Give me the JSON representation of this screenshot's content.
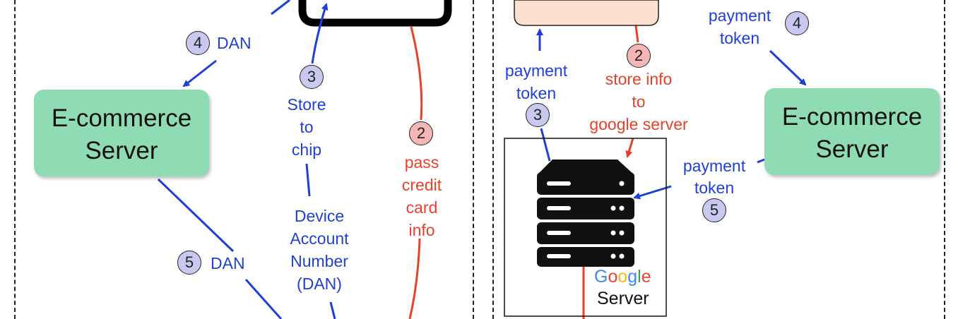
{
  "left": {
    "ecommerce_line1": "E-commerce",
    "ecommerce_line2": "Server",
    "step4_num": "4",
    "step4_label": "DAN",
    "step3_num": "3",
    "step3_l1": "Store",
    "step3_l2": "to",
    "step3_l3": "chip",
    "dan_l1": "Device",
    "dan_l2": "Account",
    "dan_l3": "Number",
    "dan_l4": "(DAN)",
    "step2_num": "2",
    "step2_l1": "pass",
    "step2_l2": "credit",
    "step2_l3": "card",
    "step2_l4": "info",
    "step5_num": "5",
    "step5_label": "DAN"
  },
  "right": {
    "token_top_l1": "payment",
    "token_top_l2": "token",
    "step4_num": "4",
    "token_left_l1": "payment",
    "token_left_l2": "token",
    "step3_num": "3",
    "step2_num": "2",
    "store_l1": "store info",
    "store_l2": "to",
    "store_l3": "google server",
    "ecommerce_line1": "E-commerce",
    "ecommerce_line2": "Server",
    "token_mid_l1": "payment",
    "token_mid_l2": "token",
    "step5_num": "5",
    "google_word": "Google",
    "server_label": "Server"
  },
  "colors": {
    "blue": "#1f3fd6",
    "red": "#e8412a",
    "green_box": "#8fdcb4",
    "badge_blue": "#c9c8f0",
    "badge_pink": "#f6b6b6",
    "peach_box": "#fde0cf"
  }
}
